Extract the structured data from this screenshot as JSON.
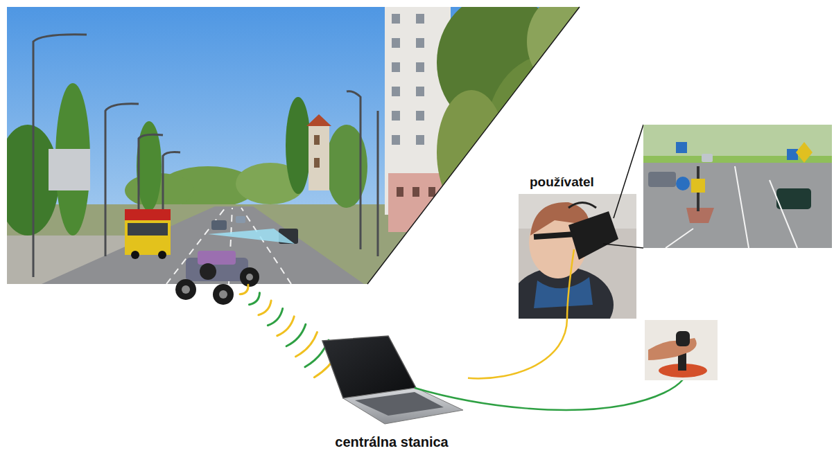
{
  "diagram": {
    "nodes": [
      {
        "text": [
          "používatel"
        ]
      },
      {
        "text": [
          "centrálna stanica"
        ]
      }
    ],
    "edges": [
      {
        "from": 1,
        "to": 0,
        "arrow": "none"
      }
    ]
  }
}
